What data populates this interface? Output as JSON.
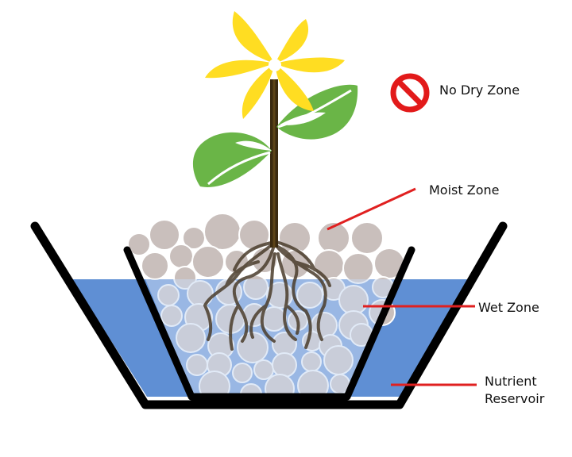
{
  "labels": {
    "no_dry_zone": "No Dry Zone",
    "moist_zone": "Moist Zone",
    "wet_zone": "Wet Zone",
    "nutrient_line1": "Nutrient",
    "nutrient_line2": "Reservoir"
  },
  "icons": {
    "no_dry": "prohibition-icon",
    "flower": "flower-icon"
  },
  "colors": {
    "water": "#5f8fd4",
    "pebble": "#c9bfbc",
    "pot": "#000000",
    "petal": "#ffdd22",
    "leaf": "#6ab547",
    "stem": "#3a2a10",
    "root": "#4b3d2c",
    "pointer": "#e02020",
    "prohibit": "#e21a1a"
  }
}
